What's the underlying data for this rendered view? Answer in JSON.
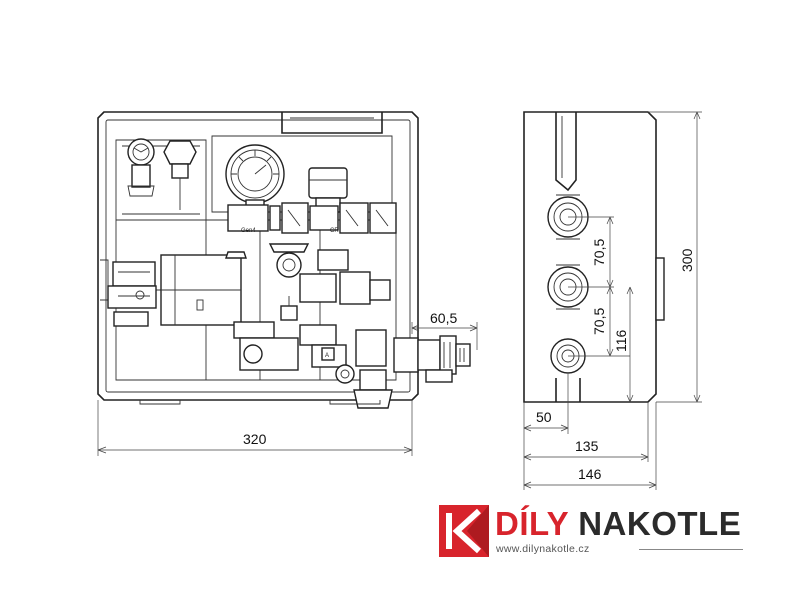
{
  "dimensions": {
    "front_width": "320",
    "connector_width": "60,5",
    "side_depth_50": "50",
    "side_depth_135": "135",
    "side_depth_146": "146",
    "side_height": "300",
    "spacing_upper": "70,5",
    "spacing_lower": "70,5",
    "port_height": "116"
  },
  "labels": {
    "valve_label_left": "Gen4",
    "valve_label_right": "CR",
    "marker_a": "A"
  },
  "brand": {
    "name_part1": "DÍLY",
    "name_part2": "NAKOTLE",
    "url": "www.dilynakotle.cz"
  },
  "colors": {
    "brand_red": "#d8242c",
    "brand_dark": "#2b2b2b",
    "line": "#222222"
  }
}
